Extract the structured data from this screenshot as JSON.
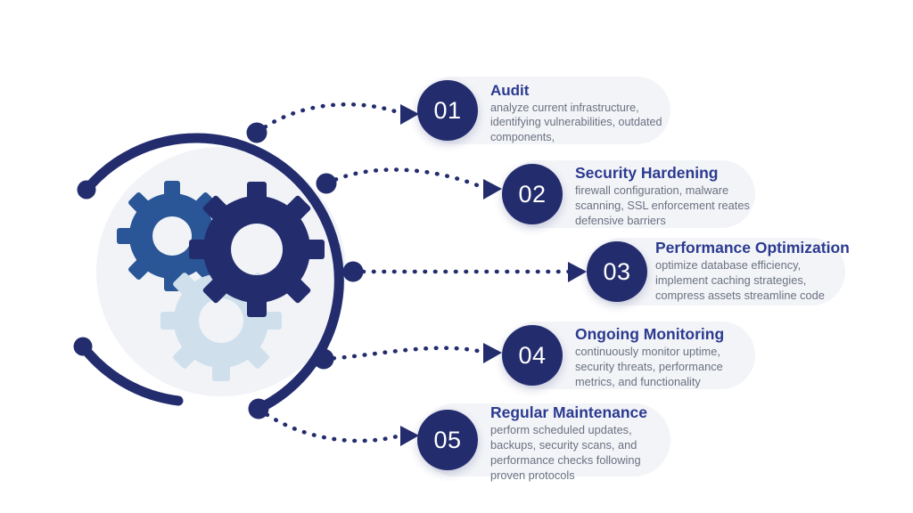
{
  "graphic": {
    "name": "gears-circle-graphic",
    "arc_color": "#232d6e",
    "inner_circle_color": "#f1f3f7",
    "gears": [
      {
        "name": "gear-medium-blue",
        "color": "#2a5596"
      },
      {
        "name": "gear-dark-navy",
        "color": "#232d6e"
      },
      {
        "name": "gear-pale-blue",
        "color": "#cfe0ec"
      }
    ]
  },
  "theme": {
    "badge_bg": "#232d6e",
    "badge_text": "#ffffff",
    "card_bg": "#f3f4f8",
    "title_color": "#2b3a8f",
    "desc_color": "#6a7180",
    "connector_color": "#232d6e"
  },
  "steps": [
    {
      "number": "01",
      "title": "Audit",
      "desc": "analyze current  infrastructure, identifying vulnerabilities, outdated components,"
    },
    {
      "number": "02",
      "title": "Security Hardening",
      "desc": "firewall configuration, malware scanning, SSL enforcement reates defensive barriers"
    },
    {
      "number": "03",
      "title": "Performance Optimization",
      "desc": "optimize database efficiency, implement caching strategies, compress assets streamline code"
    },
    {
      "number": "04",
      "title": "Ongoing Monitoring",
      "desc": "continuously monitor uptime, security threats, performance metrics, and functionality"
    },
    {
      "number": "05",
      "title": "Regular Maintenance",
      "desc": "perform scheduled updates, backups, security scans, and performance checks following proven protocols"
    }
  ]
}
